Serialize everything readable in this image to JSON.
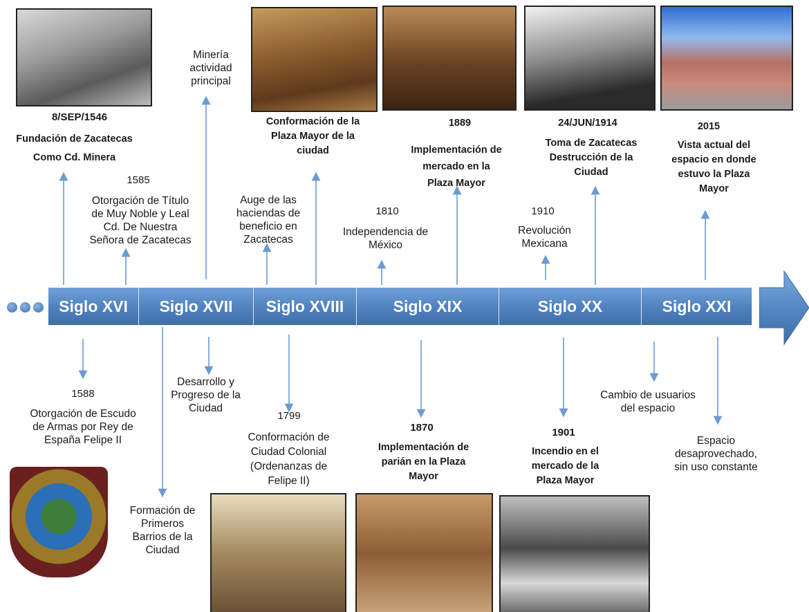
{
  "colors": {
    "bar": "#4f81bd",
    "arrow": "#6b9bd1",
    "text": "#1a1a1a"
  },
  "centuries": [
    "Siglo XVI",
    "Siglo XVII",
    "Siglo XVIII",
    "Siglo XIX",
    "Siglo XX",
    "Siglo XXI"
  ],
  "events_top": [
    {
      "id": "fundacion",
      "date": "8/SEP/1546",
      "text": "Fundación de Zacatecas\nComo Cd. Minera",
      "bold": true
    },
    {
      "id": "titulo",
      "date": "1585",
      "text": "Otorgación de Título\nde Muy Noble y Leal\nCd. De Nuestra\nSeñora de Zacatecas",
      "bold": false
    },
    {
      "id": "mineria",
      "date": "",
      "text": "Minería\nactividad\nprincipal",
      "bold": false
    },
    {
      "id": "haciendas",
      "date": "",
      "text": "Auge de las\nhaciendas de\nbeneficio en\nZacatecas",
      "bold": false
    },
    {
      "id": "plaza",
      "date": "",
      "text": "Conformación de la\nPlaza Mayor de la\nciudad",
      "bold": true
    },
    {
      "id": "independencia",
      "date": "1810",
      "text": "Independencia de\nMéxico",
      "bold": false
    },
    {
      "id": "mercado",
      "date": "1889",
      "text": "Implementación de\nmercado en la\nPlaza Mayor",
      "bold": true
    },
    {
      "id": "revolucion",
      "date": "1910",
      "text": "Revolución\nMexicana",
      "bold": false
    },
    {
      "id": "toma",
      "date": "24/JUN/1914",
      "text": "Toma de Zacatecas\nDestrucción de la\nCiudad",
      "bold": true
    },
    {
      "id": "vista",
      "date": "2015",
      "text": "Vista actual del\nespacio en donde\nestuvo la Plaza\nMayor",
      "bold": true
    }
  ],
  "events_bottom": [
    {
      "id": "escudo",
      "date": "1588",
      "text": "Otorgación de Escudo\nde Armas por Rey de\nEspaña Felipe II",
      "bold": false
    },
    {
      "id": "barrios",
      "date": "",
      "text": "Formación de\nPrimeros\nBarrios de la\nCiudad",
      "bold": false
    },
    {
      "id": "desarrollo",
      "date": "",
      "text": "Desarrollo y\nProgreso de la\nCiudad",
      "bold": false
    },
    {
      "id": "colonial",
      "date": "1799",
      "text": "Conformación de\nCiudad Colonial\n(Ordenanzas de\nFelipe II)",
      "bold": false
    },
    {
      "id": "parian",
      "date": "1870",
      "text": "Implementación de\nparián en la Plaza\nMayor",
      "bold": true
    },
    {
      "id": "incendio",
      "date": "1901",
      "text": "Incendio en el\nmercado de la\nPlaza Mayor",
      "bold": true
    },
    {
      "id": "usuarios",
      "date": "",
      "text": "Cambio de usuarios\ndel espacio",
      "bold": false
    },
    {
      "id": "desaprovechado",
      "date": "",
      "text": "Espacio\ndesaprovechado,\nsin uso constante",
      "bold": false
    }
  ]
}
